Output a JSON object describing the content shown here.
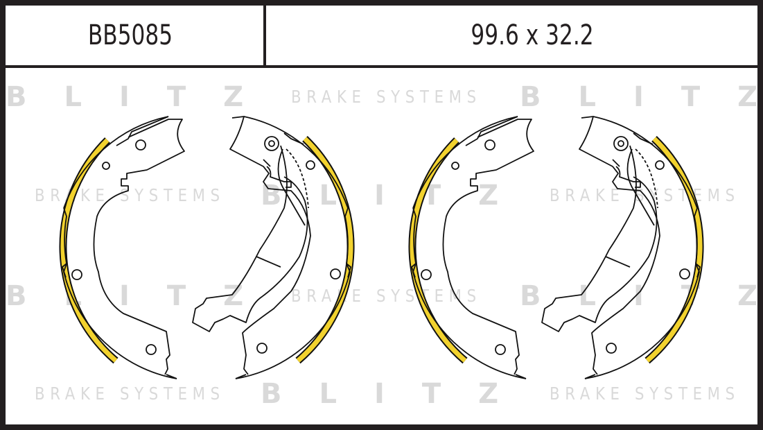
{
  "header": {
    "part_number": "BB5085",
    "dimensions": "99.6 x 32.2"
  },
  "watermark": {
    "brand": "BLITZ",
    "tagline": "BRAKE SYSTEMS"
  },
  "colors": {
    "frame": "#231f20",
    "lining": "#f2d22e",
    "watermark": "#d9d9d9"
  }
}
